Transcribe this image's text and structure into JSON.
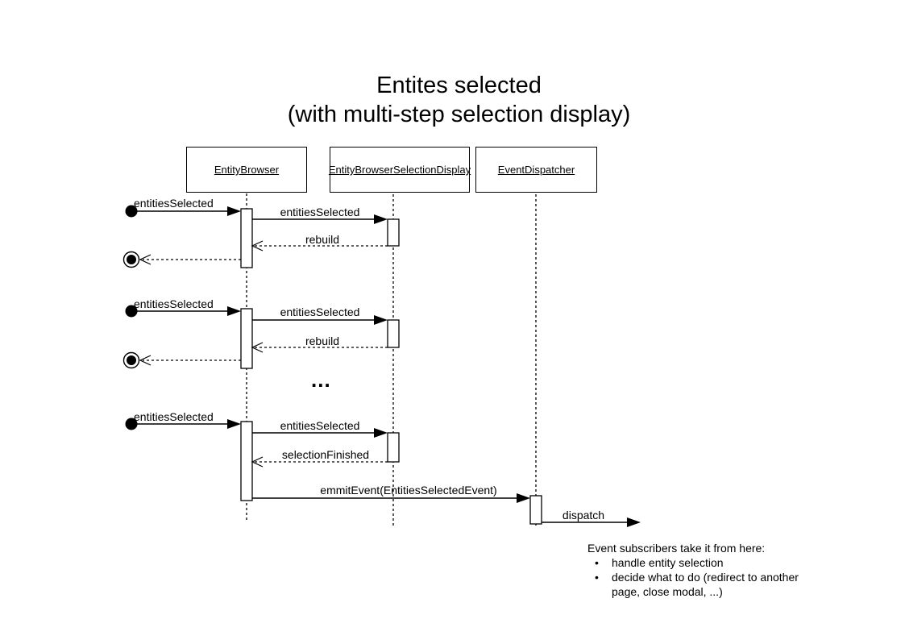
{
  "title": {
    "line1": "Entites selected",
    "line2": "(with multi-step selection display)"
  },
  "actors": [
    {
      "name": "EntityBrowser"
    },
    {
      "name": "EntityBrowserSelectionDisplay"
    },
    {
      "name": "EventDispatcher"
    }
  ],
  "messages": {
    "block1": {
      "incoming": "entitiesSelected",
      "call": "entitiesSelected",
      "ret": "rebuild"
    },
    "block2": {
      "incoming": "entitiesSelected",
      "call": "entitiesSelected",
      "ret": "rebuild"
    },
    "ellipsis": "...",
    "block3": {
      "incoming": "entitiesSelected",
      "call": "entitiesSelected",
      "ret": "selectionFinished",
      "emit": "emmitEvent(EntitiesSelectedEvent)",
      "dispatch": "dispatch"
    }
  },
  "annotation": {
    "heading": "Event subscribers take it from here:",
    "bullet_char": "•",
    "bullets": [
      "handle entity selection",
      "decide what to do (redirect to another page, close modal, ...)"
    ]
  },
  "colors": {
    "line": "#000000",
    "background": "#ffffff"
  }
}
